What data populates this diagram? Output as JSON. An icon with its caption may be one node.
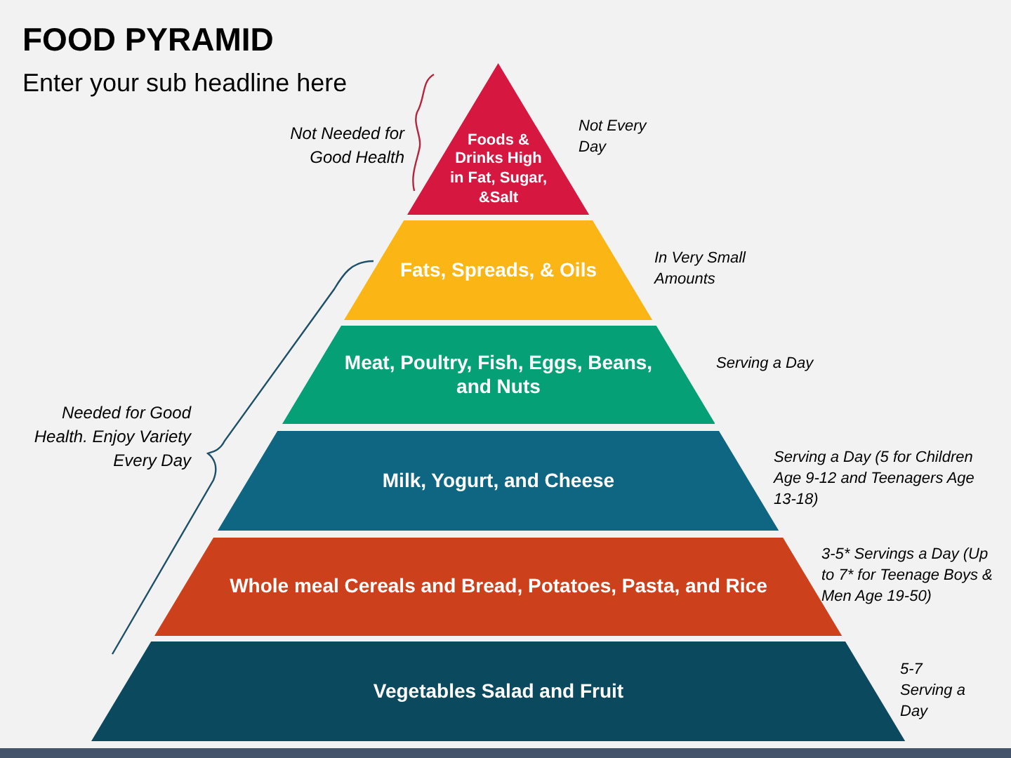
{
  "diagram": {
    "title": "FOOD PYRAMID",
    "nodes": [
      {
        "text": [
          "Foods & Drinks High in Fat, Sugar, &Salt"
        ],
        "beside": [
          "Not Every Day"
        ]
      },
      {
        "text": [
          "Fats, Spreads, & Oils"
        ],
        "beside": [
          "In Very Small Amounts"
        ]
      },
      {
        "text": [
          "Meat, Poultry, Fish, Eggs, Beans, and Nuts"
        ],
        "beside": [
          "Serving a Day"
        ]
      },
      {
        "text": [
          "Milk, Yogurt, and Cheese"
        ],
        "beside": [
          "Serving a Day (5 for Children Age 9-12 and Teenagers Age 13-18)"
        ]
      },
      {
        "text": [
          "Whole meal Cereals and Bread, Potatoes, Pasta, and Rice"
        ],
        "beside": [
          "3-5* Servings a Day (Up to 7* for Teenage Boys & Men Age 19-50)"
        ]
      },
      {
        "text": [
          "Vegetables Salad and Fruit"
        ],
        "beside": [
          "5-7 Serving a Day"
        ]
      }
    ],
    "labels": [
      "Enter your sub headline here",
      "Not Needed for Good Health",
      "Needed for Good Health. Enjoy Variety Every Day"
    ]
  }
}
